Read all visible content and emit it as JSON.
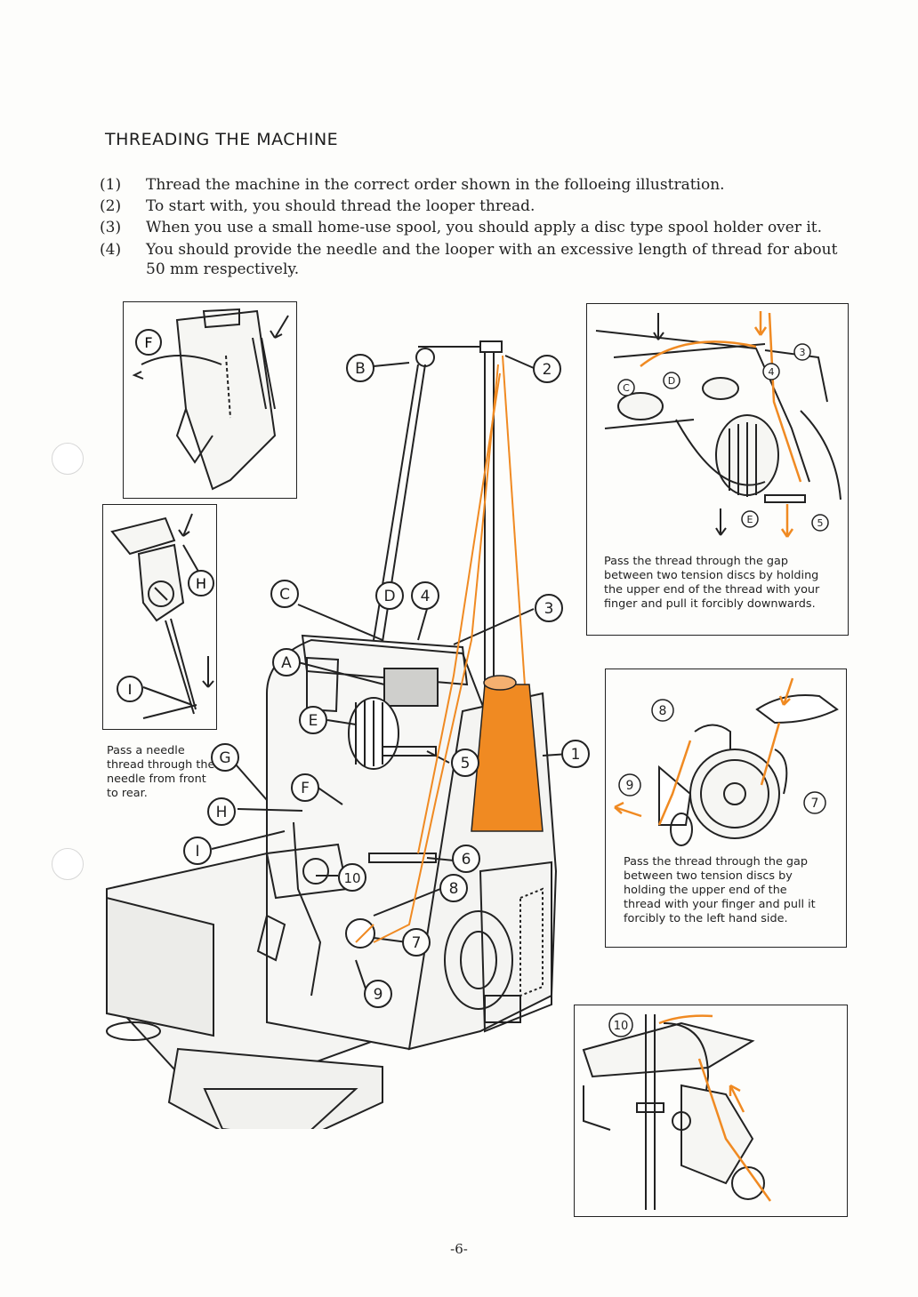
{
  "title": "THREADING THE MACHINE",
  "steps": [
    {
      "num": "(1)",
      "text": "Thread the machine in the correct order shown in the folloeing illustration."
    },
    {
      "num": "(2)",
      "text": "To start with, you should thread the looper thread."
    },
    {
      "num": "(3)",
      "text": "When you use a small home-use spool, you should apply a disc type spool holder over it."
    },
    {
      "num": "(4)",
      "text": "You should provide the needle and the looper with an excessive length of thread for about 50 mm respectively."
    }
  ],
  "captions": {
    "needle": "Pass a needle thread through the needle from front to rear.",
    "tension_top": "Pass the thread through the gap between two tension discs by holding the upper end of the thread with your finger and pull it forcibly downwards.",
    "tension_mid": "Pass the thread through the gap between two tension discs by holding the upper end of the thread with your finger and pull it forcibly to the left hand side."
  },
  "labels": {
    "A": "A",
    "B": "B",
    "C": "C",
    "D": "D",
    "E": "E",
    "F": "F",
    "G": "G",
    "H": "H",
    "I": "I",
    "n1": "1",
    "n2": "2",
    "n3": "3",
    "n4": "4",
    "n5": "5",
    "n6": "6",
    "n7": "7",
    "n8": "8",
    "n9": "9",
    "n10": "10"
  },
  "page_number": "-6-",
  "colors": {
    "thread": "#f08a22",
    "spool": "#f08a22",
    "ink": "#222222"
  }
}
